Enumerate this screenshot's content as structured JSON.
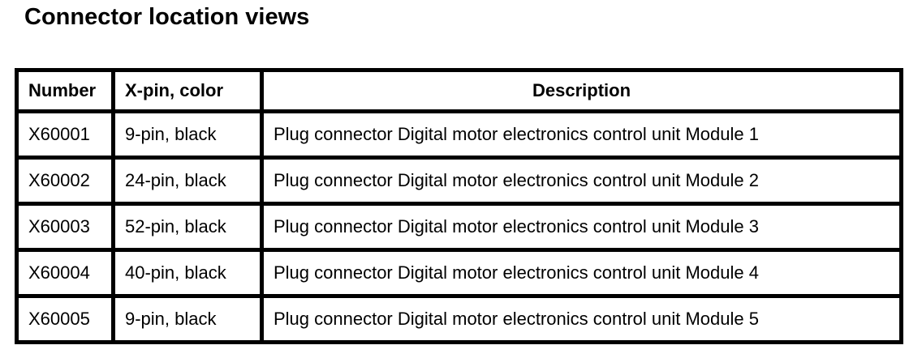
{
  "page": {
    "title": "Connector location views"
  },
  "table": {
    "headers": [
      "Number",
      "X-pin, color",
      "Description"
    ],
    "rows": [
      [
        "X60001",
        "9-pin, black",
        "Plug connector Digital motor electronics control unit Module 1"
      ],
      [
        "X60002",
        "24-pin, black",
        "Plug connector Digital motor electronics control unit Module 2"
      ],
      [
        "X60003",
        "52-pin, black",
        "Plug connector Digital motor electronics control unit Module 3"
      ],
      [
        "X60004",
        "40-pin, black",
        "Plug connector Digital motor electronics control unit Module 4"
      ],
      [
        "X60005",
        "9-pin, black",
        "Plug connector Digital motor electronics control unit Module 5"
      ]
    ]
  },
  "colors": {
    "border": "#000000",
    "background": "#ffffff",
    "text": "#000000"
  }
}
